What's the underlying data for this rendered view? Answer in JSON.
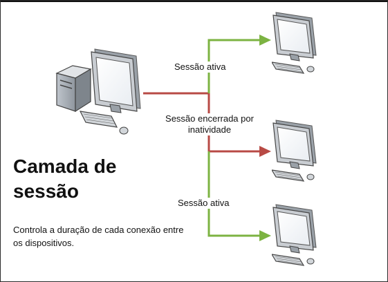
{
  "diagram": {
    "title": "Camada de sessão",
    "description": "Controla a duração de cada conexão entre os dispositivos.",
    "connections": [
      {
        "label": "Sessão ativa",
        "status": "active",
        "color": "#7cb342"
      },
      {
        "label": "Sessão encerrada por inatividade",
        "status": "ended",
        "color": "#b84a45"
      },
      {
        "label": "Sessão ativa",
        "status": "active",
        "color": "#7cb342"
      }
    ],
    "source": {
      "icon": "desktop-computer-icon"
    },
    "targets": [
      {
        "icon": "monitor-icon"
      },
      {
        "icon": "monitor-icon"
      },
      {
        "icon": "monitor-icon"
      }
    ]
  }
}
